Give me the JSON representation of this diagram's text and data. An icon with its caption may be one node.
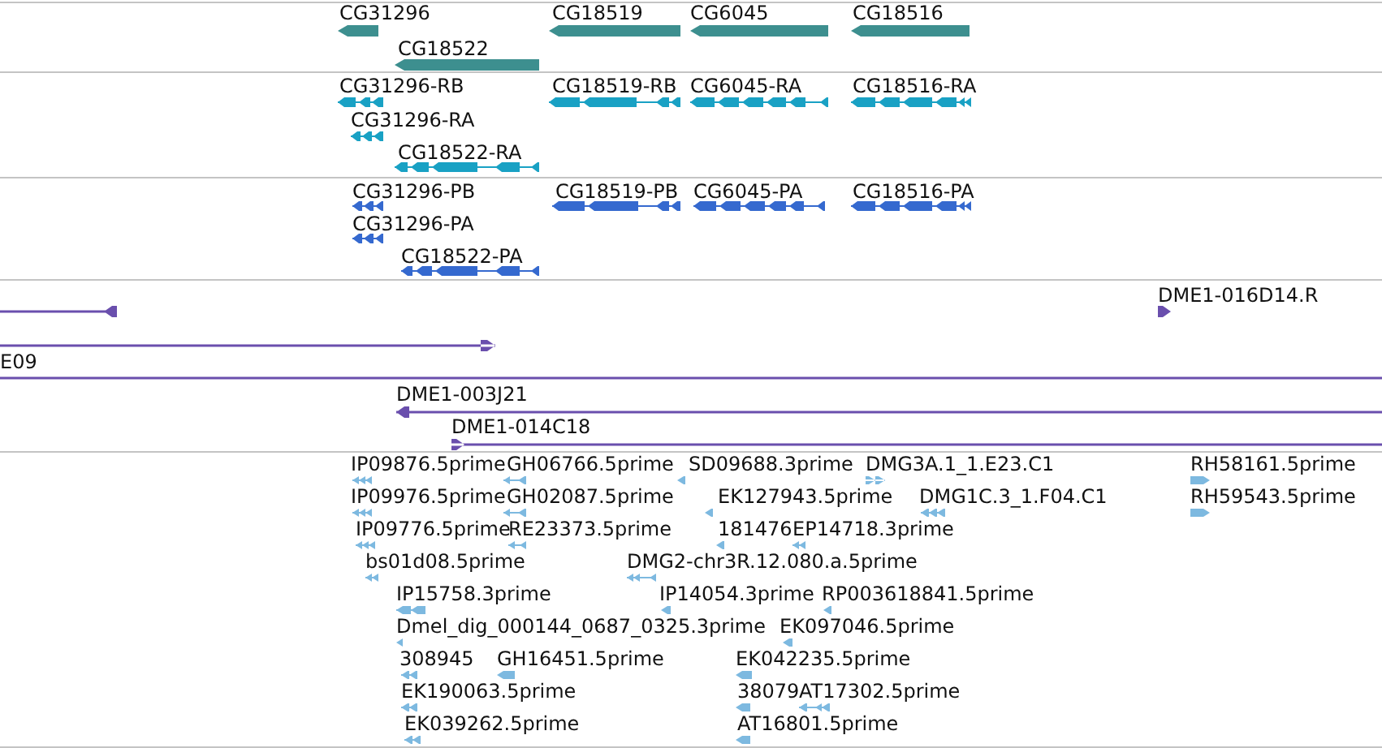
{
  "diagram": {
    "labels": [
      "CG31296",
      "CG18519",
      "CG6045",
      "CG18516",
      "CG18522",
      "CG31296-RB",
      "CG18519-RB",
      "CG6045-RA",
      "CG18516-RA",
      "CG31296-RA",
      "CG18522-RA",
      "CG31296-PB",
      "CG18519-PB",
      "CG6045-PA",
      "CG18516-PA",
      "CG31296-PA",
      "CG18522-PA",
      "DME1-016D14.R",
      "E09",
      "DME1-003J21",
      "DME1-014C18",
      "IP09876.5prime",
      "GH06766.5prime",
      "SD09688.3prime",
      "DMG3A.1_1.E23.C1",
      "RH58161.5prime",
      "IP09976.5prime",
      "GH02087.5prime",
      "EK127943.5prime",
      "DMG1C.3_1.F04.C1",
      "RH59543.5prime",
      "IP09776.5prime",
      "RE23373.5prime",
      "181476",
      "EP14718.3prime",
      "bs01d08.5prime",
      "DMG2-chr3R.12.080.a.5prime",
      "IP15758.3prime",
      "IP14054.3prime",
      "RP003618841.5prime",
      "Dmel_dig_000144_0687_0325.3prime",
      "EK097046.5prime",
      "308945",
      "GH16451.5prime",
      "EK042235.5prime",
      "EK190063.5prime",
      "38079",
      "AT17302.5prime",
      "EK039262.5prime",
      "AT16801.5prime"
    ]
  }
}
